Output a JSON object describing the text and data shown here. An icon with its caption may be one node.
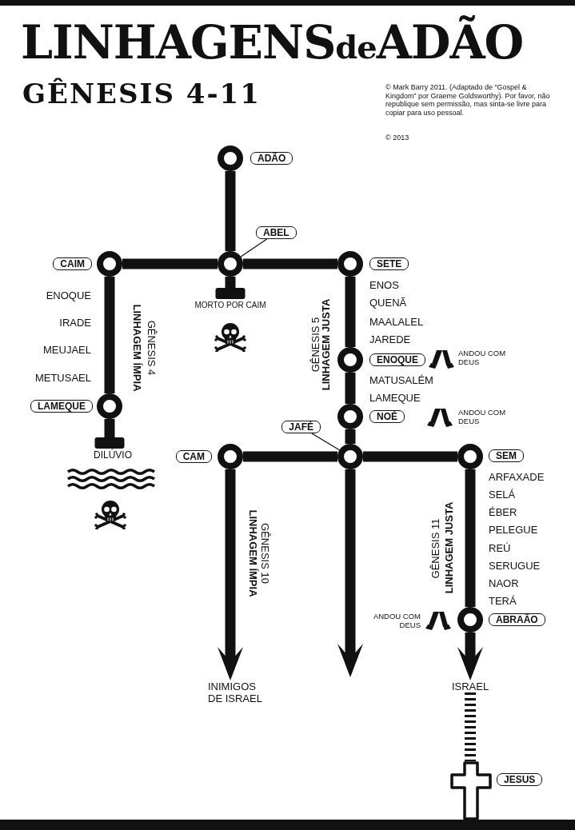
{
  "diagram": {
    "title": "LINHAGENSdeADÃO",
    "nodes": [
      {
        "text": [],
        "shape": "circle"
      },
      {
        "text": [
          "ADÃO"
        ]
      },
      {
        "text": [
          "ABEL"
        ]
      },
      {
        "text": [
          "CAIM"
        ]
      },
      {
        "text": [],
        "shape": "circle"
      },
      {
        "text": [],
        "shape": "circle"
      },
      {
        "text": [],
        "shape": "circle"
      },
      {
        "text": [
          "SETE"
        ]
      },
      {
        "text": [
          "MORTO POR CAIM"
        ]
      },
      {
        "text": [],
        "shape": "circle"
      },
      {
        "text": [
          "ENOQUE"
        ]
      },
      {
        "text": [
          "LAMEQUE"
        ]
      },
      {
        "text": [],
        "shape": "circle"
      },
      {
        "text": [],
        "shape": "circle"
      },
      {
        "text": [
          "NOÉ"
        ]
      },
      {
        "text": [
          "JAFÉ"
        ]
      },
      {
        "text": [
          "DILÚVIO"
        ]
      },
      {
        "text": [
          "CAM"
        ]
      },
      {
        "text": [],
        "shape": "circle"
      },
      {
        "text": [],
        "shape": "circle"
      },
      {
        "text": [],
        "shape": "circle"
      },
      {
        "text": [
          "SEM"
        ]
      },
      {
        "text": [],
        "shape": "circle"
      },
      {
        "text": [
          "ABRAÃO"
        ]
      },
      {
        "text": [
          "INIMIGOS DE ISRAEL"
        ]
      },
      {
        "text": [
          "ISRAEL"
        ]
      },
      {
        "text": [],
        "shape": "cross"
      },
      {
        "text": [
          "JESUS"
        ]
      }
    ],
    "edges": [
      {
        "from": 0,
        "to": 5,
        "arrow": "none"
      },
      {
        "from": 2,
        "to": 5,
        "arrow": "none"
      },
      {
        "from": 5,
        "to": 4,
        "arrow": "none"
      },
      {
        "from": 5,
        "to": 6,
        "arrow": "none"
      },
      {
        "from": 5,
        "to": 8,
        "arrow": "other"
      },
      {
        "from": 4,
        "to": 12,
        "arrow": "none"
      },
      {
        "from": 12,
        "to": 16,
        "arrow": "other"
      },
      {
        "from": 6,
        "to": 9,
        "arrow": "none"
      },
      {
        "from": 9,
        "to": 13,
        "arrow": "none"
      },
      {
        "from": 13,
        "to": 19,
        "arrow": "none"
      },
      {
        "from": 15,
        "to": 19,
        "arrow": "none"
      },
      {
        "from": 19,
        "to": 18,
        "arrow": "none"
      },
      {
        "from": 19,
        "to": 20,
        "arrow": "none"
      },
      {
        "from": 19,
        "to": null,
        "arrow": "to"
      },
      {
        "from": 18,
        "to": 24,
        "arrow": "to"
      },
      {
        "from": 20,
        "to": 22,
        "arrow": "none"
      },
      {
        "from": 22,
        "to": 25,
        "arrow": "to"
      },
      {
        "from": 25,
        "to": 26,
        "arrow": "none",
        "style": "dashed"
      }
    ],
    "labels": [
      "GÊNESIS 4-11",
      "© Mark Barry 2011. (Adaptado de “Gospel & Kingdom” por Graeme Goldsworthy). Por favor, não republique sem permissão, mas sinta-se livre para copiar para uso pessoal.",
      "© 2013",
      "ENOQUE",
      "IRADE",
      "MEUJAEL",
      "METUSAEL",
      "GÊNESIS 4",
      "LINHAGEM ÍMPIA",
      "ENOS",
      "QUENÃ",
      "MAALALEL",
      "JAREDE",
      "ANDOU COM DEUS",
      "MATUSALÉM",
      "LAMEQUE",
      "ANDOU COM DEUS",
      "GÊNESIS 5",
      "LINHAGEM JUSTA",
      "GÊNESIS 10",
      "LINHAGEM ÍMPIA",
      "ARFAXADE",
      "SELÁ",
      "ÉBER",
      "PELEGUE",
      "REÚ",
      "SERUGUE",
      "NAOR",
      "TERÁ",
      "ANDOU COM DEUS",
      "GÊNESIS 11",
      "LINHAGEM JUSTA"
    ]
  }
}
